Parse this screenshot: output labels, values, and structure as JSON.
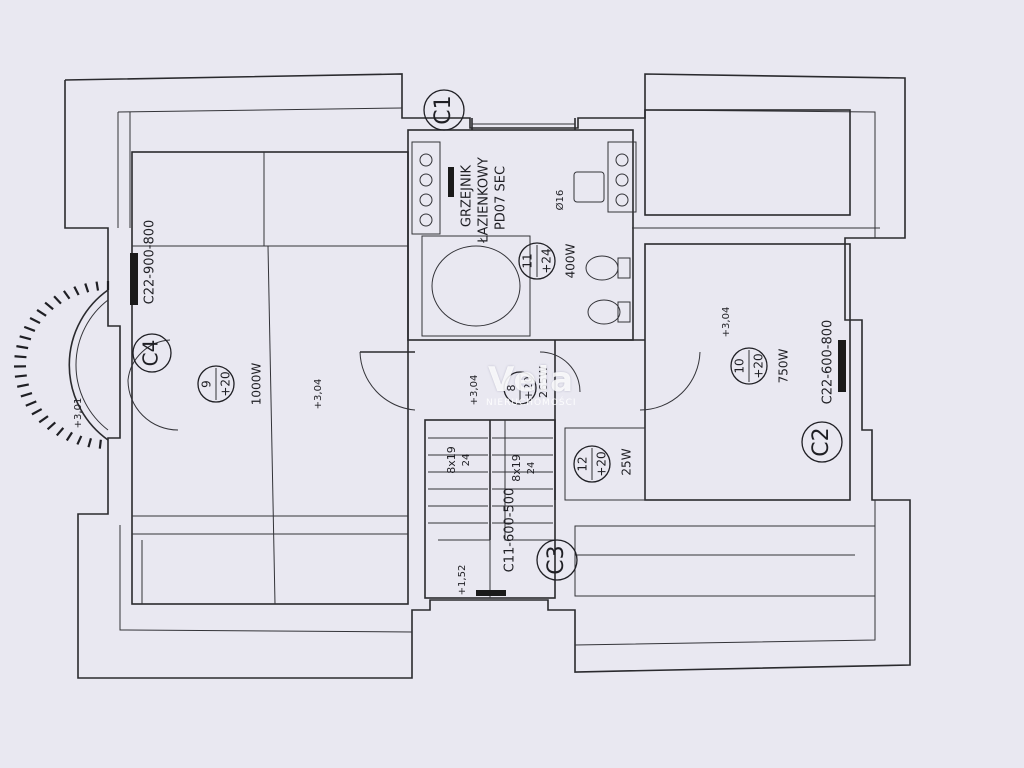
{
  "plan": {
    "window_tags": {
      "c1": "C1",
      "c2": "C2",
      "c3": "C3",
      "c4": "C4"
    },
    "window_specs": {
      "left": "C22-900-800",
      "right": "C22-600-800",
      "stairs": "C11-600-500"
    },
    "heater_label_1": "GRZEJNIK",
    "heater_label_2": "ŁAZIENKOWY",
    "heater_label_3": "PD07 SEC",
    "rooms": [
      {
        "num": "9",
        "temp": "+20",
        "power": "1000W"
      },
      {
        "num": "10",
        "temp": "+20",
        "power": "750W"
      },
      {
        "num": "11",
        "temp": "+24",
        "power": "400W"
      },
      {
        "num": "12",
        "temp": "+20",
        "power": "25W"
      },
      {
        "num": "8",
        "temp": "+20",
        "power": "265W"
      }
    ],
    "levels": {
      "main": "+3,04",
      "corridor": "+3,04",
      "right": "+3,04",
      "balcony": "+3,01",
      "stair_low": "+1,52"
    },
    "stairs": {
      "run_left": "8x19",
      "run_left_sub": "24",
      "run_right": "8x19",
      "run_right_sub": "24"
    },
    "sink_label": "Ø16"
  },
  "watermark": {
    "name": "Vela",
    "sub": "NIERUCHOMOŚCI"
  },
  "colors": {
    "paper": "#e9e8f1",
    "ink": "#2a2a2e"
  }
}
